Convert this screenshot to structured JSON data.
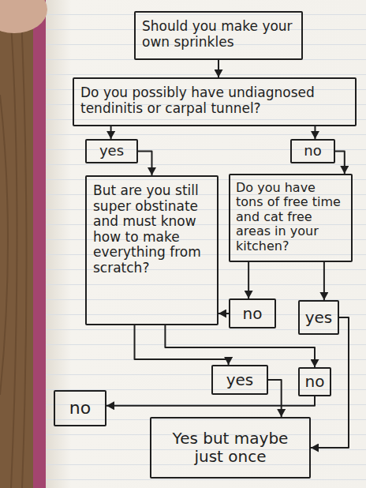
{
  "diagram": {
    "nodes": [
      {
        "text": [
          "Should you make your own sprinkles"
        ]
      },
      {
        "text": [
          "Do you possibly have undiagnosed tendinitis or carpal tunnel?"
        ]
      },
      {
        "text": [
          "yes"
        ]
      },
      {
        "text": [
          "no"
        ]
      },
      {
        "text": [
          "But are you still super obstinate and must know how to make everything from scratch?"
        ]
      },
      {
        "text": [
          "Do you have tons of free time and cat free areas in your kitchen?"
        ]
      },
      {
        "text": [
          "no"
        ]
      },
      {
        "text": [
          "yes"
        ]
      },
      {
        "text": [
          "yes"
        ]
      },
      {
        "text": [
          "no"
        ]
      },
      {
        "text": [
          "no"
        ]
      },
      {
        "text": [
          "Yes but maybe just once"
        ]
      }
    ],
    "edges": [
      {
        "from": 0,
        "to": 1,
        "arrow": "to"
      },
      {
        "from": 1,
        "to": 2,
        "arrow": "to"
      },
      {
        "from": 1,
        "to": 3,
        "arrow": "to"
      },
      {
        "from": 2,
        "to": 4,
        "arrow": "to"
      },
      {
        "from": 3,
        "to": 5,
        "arrow": "to"
      },
      {
        "from": 5,
        "to": 6,
        "arrow": "to"
      },
      {
        "from": 5,
        "to": 7,
        "arrow": "to"
      },
      {
        "from": 6,
        "to": 4,
        "arrow": "to"
      },
      {
        "from": 4,
        "to": 8,
        "arrow": "to"
      },
      {
        "from": 4,
        "to": 9,
        "arrow": "to"
      },
      {
        "from": 8,
        "to": 11,
        "arrow": "to"
      },
      {
        "from": 9,
        "to": 10,
        "arrow": "to"
      },
      {
        "from": 7,
        "to": 11,
        "arrow": "to"
      }
    ]
  }
}
